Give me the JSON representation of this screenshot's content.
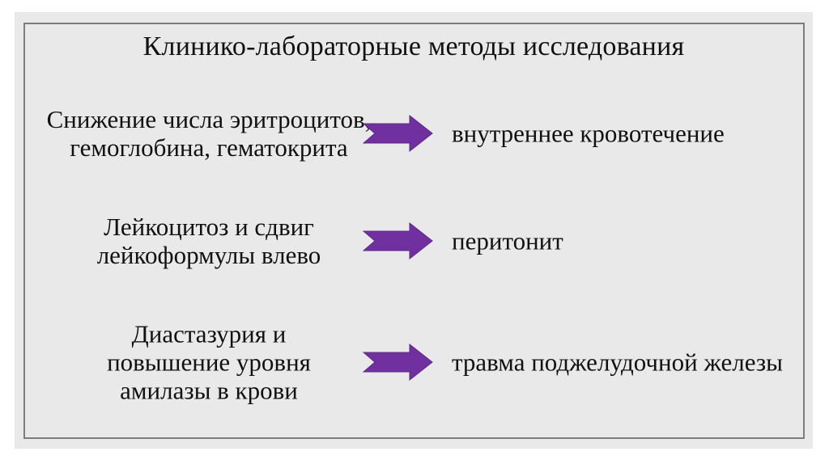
{
  "slide": {
    "title": "Клинико-лабораторные методы исследования",
    "rows": [
      {
        "finding": "Снижение числа эритроцитов,\nгемоглобина, гематокрита",
        "diagnosis": "внутреннее кровотечение"
      },
      {
        "finding": "Лейкоцитоз и сдвиг\nлейкоформулы влево",
        "diagnosis": "перитонит"
      },
      {
        "finding": "Диастазурия и\nповышение уровня\nамилазы в крови",
        "diagnosis": "травма поджелудочной железы"
      }
    ],
    "colors": {
      "page_background": "#ffffff",
      "slide_background": "#e9e9e9",
      "frame_border": "#7d7d7d",
      "text": "#111111",
      "arrow_fill": "#7030a0",
      "arrow_outline": "#5e2a85"
    }
  }
}
